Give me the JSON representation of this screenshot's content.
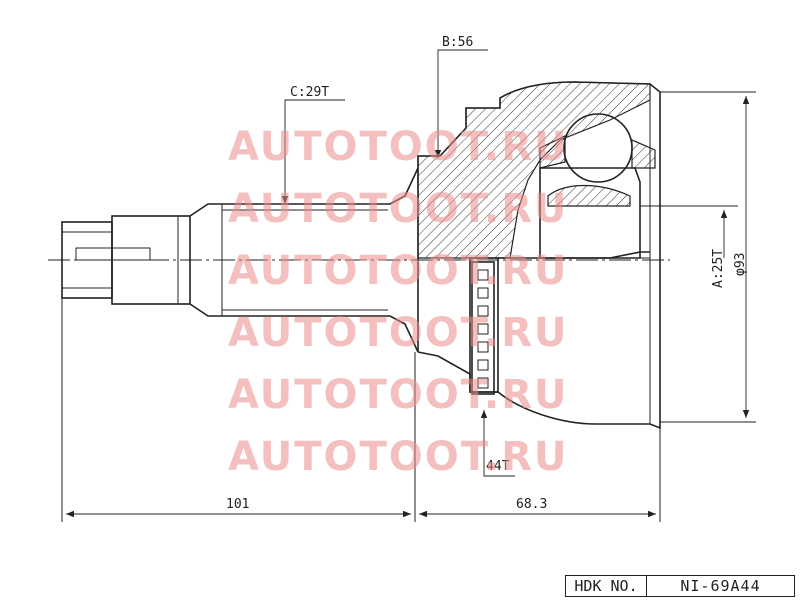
{
  "labels": {
    "c": "C:29T",
    "b": "B:56",
    "a": "A:25T",
    "phi": "φ93",
    "t44": "44T",
    "d101": "101",
    "d68": "68.3"
  },
  "watermark": {
    "text": "AUTOTOOT.RU",
    "color": "#e98a8a",
    "rows": 6
  },
  "partbox": {
    "label": "HDK NO.",
    "number": "NI-69A44"
  }
}
